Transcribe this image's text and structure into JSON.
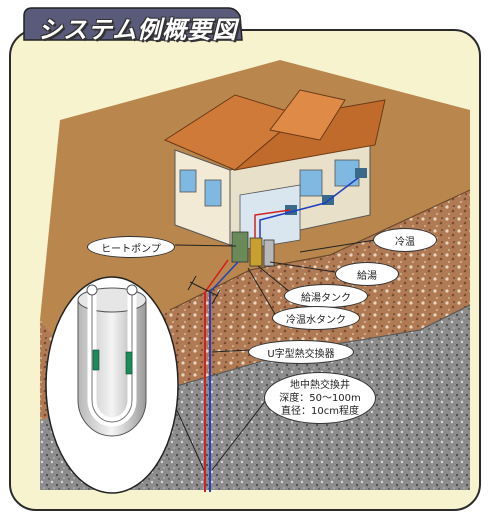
{
  "title": "システム例概要図",
  "labels": {
    "heat_pump": "ヒートポンプ",
    "cooling_heating": "冷温",
    "hot_water_supply": "給湯",
    "hot_water_tank": "給湯タンク",
    "chilled_hot_water_tank": "冷温水タンク",
    "u_tube_exchanger": "U字型熱交換器",
    "well_title": "地中熱交換井",
    "well_depth": "深度：50～100m",
    "well_diameter": "直径：10cm程度"
  },
  "colors": {
    "frame_bg": "#f7f3cf",
    "surface_soil": "#b9864e",
    "gravel_top": "#c08a5a",
    "bedrock": "#9a9a9a",
    "roof": "#d07a3a",
    "pipe_red": "#d32020",
    "pipe_blue": "#2040c0"
  }
}
